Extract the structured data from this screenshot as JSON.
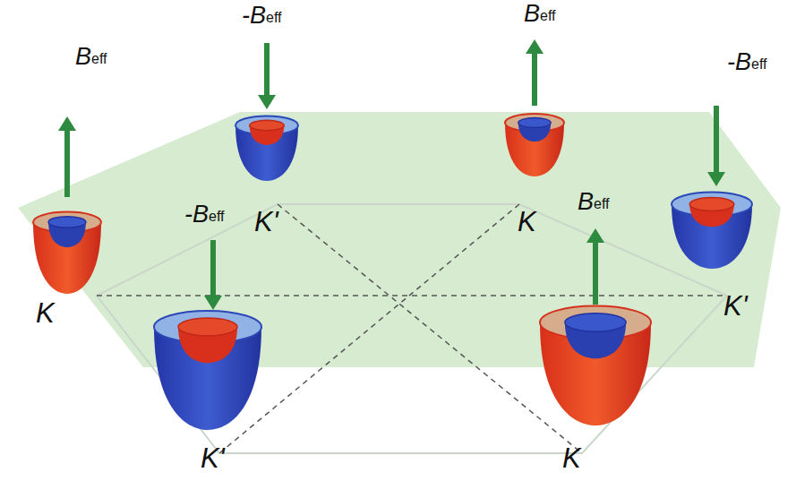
{
  "diagram": {
    "labels": [
      "Beff",
      "-Beff",
      "Beff",
      "-Beff",
      "-Beff",
      "K'",
      "K",
      "Beff",
      "K",
      "K'",
      "K'",
      "K"
    ]
  }
}
